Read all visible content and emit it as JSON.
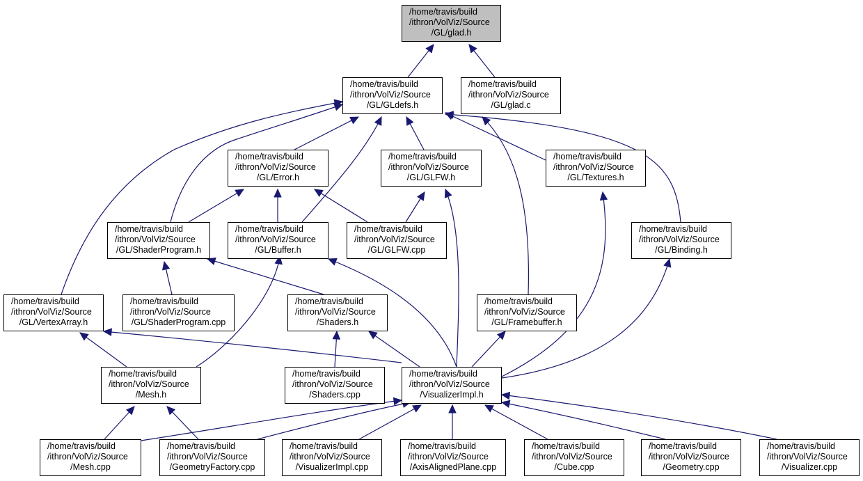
{
  "colors": {
    "edge": "#191970",
    "root_fill": "#bfbfbf",
    "node_fill": "#ffffff",
    "border": "#000000"
  },
  "nodes": [
    {
      "id": "glad_h",
      "lines": [
        "/home/travis/build",
        "/ithron/VolViz/Source",
        "/GL/glad.h"
      ],
      "root": true
    },
    {
      "id": "gldefs_h",
      "lines": [
        "/home/travis/build",
        "/ithron/VolViz/Source",
        "/GL/GLdefs.h"
      ]
    },
    {
      "id": "glad_c",
      "lines": [
        "/home/travis/build",
        "/ithron/VolViz/Source",
        "/GL/glad.c"
      ]
    },
    {
      "id": "error_h",
      "lines": [
        "/home/travis/build",
        "/ithron/VolViz/Source",
        "/GL/Error.h"
      ]
    },
    {
      "id": "glfw_h",
      "lines": [
        "/home/travis/build",
        "/ithron/VolViz/Source",
        "/GL/GLFW.h"
      ]
    },
    {
      "id": "textures_h",
      "lines": [
        "/home/travis/build",
        "/ithron/VolViz/Source",
        "/GL/Textures.h"
      ]
    },
    {
      "id": "shaderprogram_h",
      "lines": [
        "/home/travis/build",
        "/ithron/VolViz/Source",
        "/GL/ShaderProgram.h"
      ]
    },
    {
      "id": "buffer_h",
      "lines": [
        "/home/travis/build",
        "/ithron/VolViz/Source",
        "/GL/Buffer.h"
      ]
    },
    {
      "id": "glfw_cpp",
      "lines": [
        "/home/travis/build",
        "/ithron/VolViz/Source",
        "/GL/GLFW.cpp"
      ]
    },
    {
      "id": "binding_h",
      "lines": [
        "/home/travis/build",
        "/ithron/VolViz/Source",
        "/GL/Binding.h"
      ]
    },
    {
      "id": "vertexarray_h",
      "lines": [
        "/home/travis/build",
        "/ithron/VolViz/Source",
        "/GL/VertexArray.h"
      ]
    },
    {
      "id": "shaderprogram_cpp",
      "lines": [
        "/home/travis/build",
        "/ithron/VolViz/Source",
        "/GL/ShaderProgram.cpp"
      ]
    },
    {
      "id": "shaders_h",
      "lines": [
        "/home/travis/build",
        "/ithron/VolViz/Source",
        "/Shaders.h"
      ]
    },
    {
      "id": "framebuffer_h",
      "lines": [
        "/home/travis/build",
        "/ithron/VolViz/Source",
        "/GL/Framebuffer.h"
      ]
    },
    {
      "id": "mesh_h",
      "lines": [
        "/home/travis/build",
        "/ithron/VolViz/Source",
        "/Mesh.h"
      ]
    },
    {
      "id": "shaders_cpp",
      "lines": [
        "/home/travis/build",
        "/ithron/VolViz/Source",
        "/Shaders.cpp"
      ]
    },
    {
      "id": "visualizerimpl_h",
      "lines": [
        "/home/travis/build",
        "/ithron/VolViz/Source",
        "/VisualizerImpl.h"
      ]
    },
    {
      "id": "mesh_cpp",
      "lines": [
        "/home/travis/build",
        "/ithron/VolViz/Source",
        "/Mesh.cpp"
      ]
    },
    {
      "id": "geometryfactory_cpp",
      "lines": [
        "/home/travis/build",
        "/ithron/VolViz/Source",
        "/GeometryFactory.cpp"
      ]
    },
    {
      "id": "visualizerimpl_cpp",
      "lines": [
        "/home/travis/build",
        "/ithron/VolViz/Source",
        "/VisualizerImpl.cpp"
      ]
    },
    {
      "id": "axisalignedplane_cpp",
      "lines": [
        "/home/travis/build",
        "/ithron/VolViz/Source",
        "/AxisAlignedPlane.cpp"
      ]
    },
    {
      "id": "cube_cpp",
      "lines": [
        "/home/travis/build",
        "/ithron/VolViz/Source",
        "/Cube.cpp"
      ]
    },
    {
      "id": "geometry_cpp",
      "lines": [
        "/home/travis/build",
        "/ithron/VolViz/Source",
        "/Geometry.cpp"
      ]
    },
    {
      "id": "visualizer_cpp",
      "lines": [
        "/home/travis/build",
        "/ithron/VolViz/Source",
        "/Visualizer.cpp"
      ]
    }
  ],
  "edges": [
    {
      "from": "gldefs_h",
      "to": "glad_h"
    },
    {
      "from": "glad_c",
      "to": "glad_h"
    },
    {
      "from": "error_h",
      "to": "gldefs_h"
    },
    {
      "from": "buffer_h",
      "to": "gldefs_h"
    },
    {
      "from": "glfw_h",
      "to": "gldefs_h"
    },
    {
      "from": "framebuffer_h",
      "to": "gldefs_h"
    },
    {
      "from": "textures_h",
      "to": "gldefs_h"
    },
    {
      "from": "binding_h",
      "to": "gldefs_h"
    },
    {
      "from": "shaderprogram_h",
      "to": "gldefs_h"
    },
    {
      "from": "vertexarray_h",
      "to": "gldefs_h"
    },
    {
      "from": "shaderprogram_h",
      "to": "error_h"
    },
    {
      "from": "buffer_h",
      "to": "error_h"
    },
    {
      "from": "glfw_cpp",
      "to": "error_h"
    },
    {
      "from": "glfw_cpp",
      "to": "glfw_h"
    },
    {
      "from": "visualizerimpl_h",
      "to": "glfw_h"
    },
    {
      "from": "visualizerimpl_h",
      "to": "textures_h"
    },
    {
      "from": "shaderprogram_cpp",
      "to": "shaderprogram_h"
    },
    {
      "from": "shaders_h",
      "to": "shaderprogram_h"
    },
    {
      "from": "mesh_h",
      "to": "buffer_h"
    },
    {
      "from": "visualizerimpl_h",
      "to": "buffer_h"
    },
    {
      "from": "visualizerimpl_h",
      "to": "binding_h"
    },
    {
      "from": "mesh_h",
      "to": "vertexarray_h"
    },
    {
      "from": "visualizerimpl_h",
      "to": "vertexarray_h"
    },
    {
      "from": "shaders_cpp",
      "to": "shaders_h"
    },
    {
      "from": "visualizerimpl_h",
      "to": "shaders_h"
    },
    {
      "from": "visualizerimpl_h",
      "to": "framebuffer_h"
    },
    {
      "from": "mesh_cpp",
      "to": "mesh_h"
    },
    {
      "from": "geometryfactory_cpp",
      "to": "mesh_h"
    },
    {
      "from": "mesh_cpp",
      "to": "visualizerimpl_h"
    },
    {
      "from": "geometryfactory_cpp",
      "to": "visualizerimpl_h"
    },
    {
      "from": "visualizerimpl_cpp",
      "to": "visualizerimpl_h"
    },
    {
      "from": "axisalignedplane_cpp",
      "to": "visualizerimpl_h"
    },
    {
      "from": "cube_cpp",
      "to": "visualizerimpl_h"
    },
    {
      "from": "geometry_cpp",
      "to": "visualizerimpl_h"
    },
    {
      "from": "visualizer_cpp",
      "to": "visualizerimpl_h"
    }
  ]
}
